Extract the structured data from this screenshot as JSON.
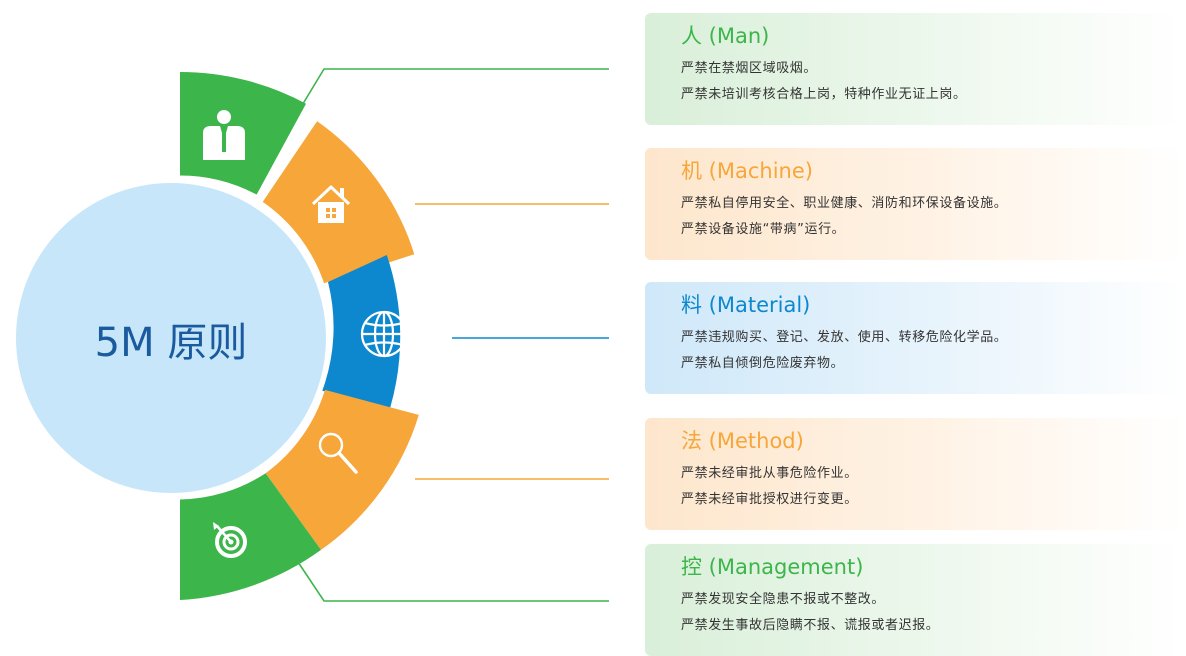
{
  "center_label": "5M 原则",
  "colors": {
    "green": "#3cb54a",
    "orange": "#f7a63a",
    "blue": "#0d88cf",
    "circle": "#c8e6f9",
    "center_text": "#1a5a9e"
  },
  "items": [
    {
      "title": "人 (Man)",
      "color": "green",
      "icon": "person-icon",
      "lines": [
        "严禁在禁烟区域吸烟。",
        "严禁未培训考核合格上岗，特种作业无证上岗。"
      ]
    },
    {
      "title": "机 (Machine)",
      "color": "orange",
      "icon": "house-icon",
      "lines": [
        "严禁私自停用安全、职业健康、消防和环保设备设施。",
        "严禁设备设施“带病”运行。"
      ]
    },
    {
      "title": "料 (Material)",
      "color": "blue",
      "icon": "globe-icon",
      "lines": [
        "严禁违规购买、登记、发放、使用、转移危险化学品。",
        "严禁私自倾倒危险废弃物。"
      ]
    },
    {
      "title": "法 (Method)",
      "color": "orange",
      "icon": "magnifier-icon",
      "lines": [
        "严禁未经审批从事危险作业。",
        "严禁未经审批授权进行变更。"
      ]
    },
    {
      "title": "控 (Management)",
      "color": "green",
      "icon": "target-icon",
      "lines": [
        "严禁发现安全隐患不报或不整改。",
        "严禁发生事故后隐瞒不报、谎报或者迟报。"
      ]
    }
  ]
}
